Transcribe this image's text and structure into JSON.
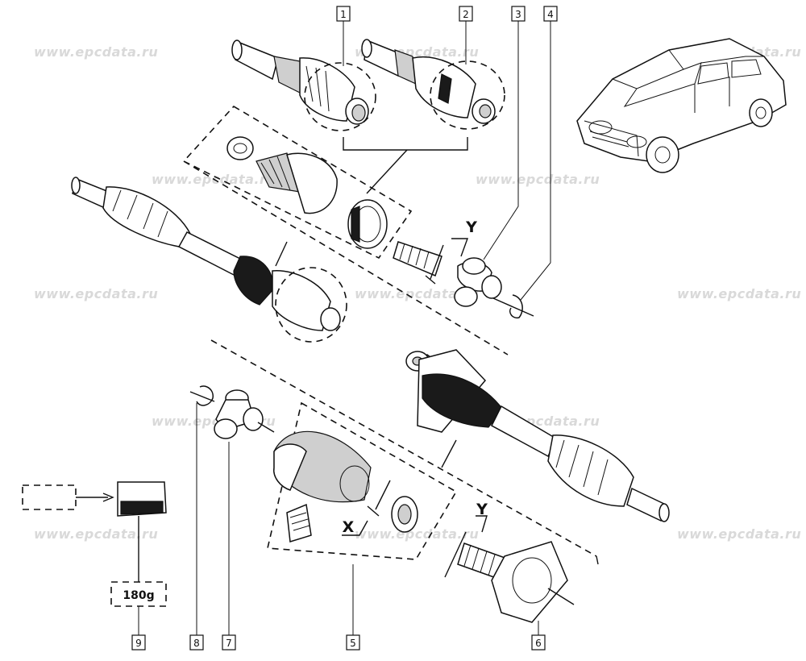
{
  "watermark": "www.epcdata.ru",
  "callouts": [
    "1",
    "2",
    "3",
    "4",
    "5",
    "6",
    "7",
    "8",
    "9"
  ],
  "dimension_labels": {
    "y_upper": "Y",
    "x": "X",
    "y_lower": "Y"
  },
  "grease_quantity": "180g"
}
